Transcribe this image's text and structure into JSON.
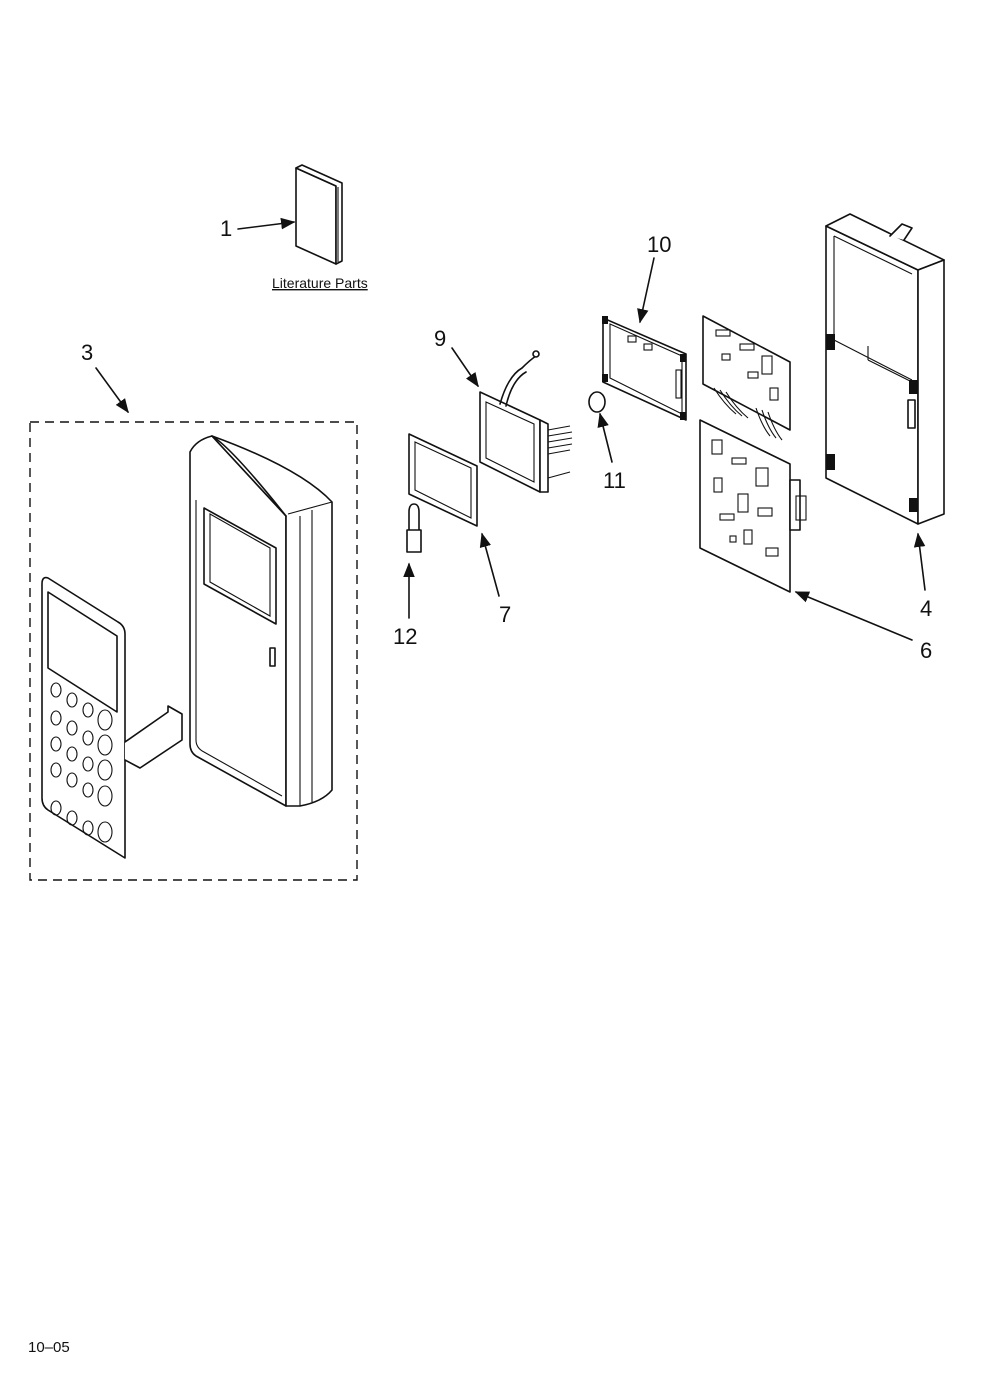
{
  "callouts": {
    "c1": "1",
    "c3": "3",
    "c4": "4",
    "c6": "6",
    "c7": "7",
    "c9": "9",
    "c10": "10",
    "c11": "11",
    "c12": "12"
  },
  "literature_label": "Literature Parts",
  "footer_code": "10–05"
}
